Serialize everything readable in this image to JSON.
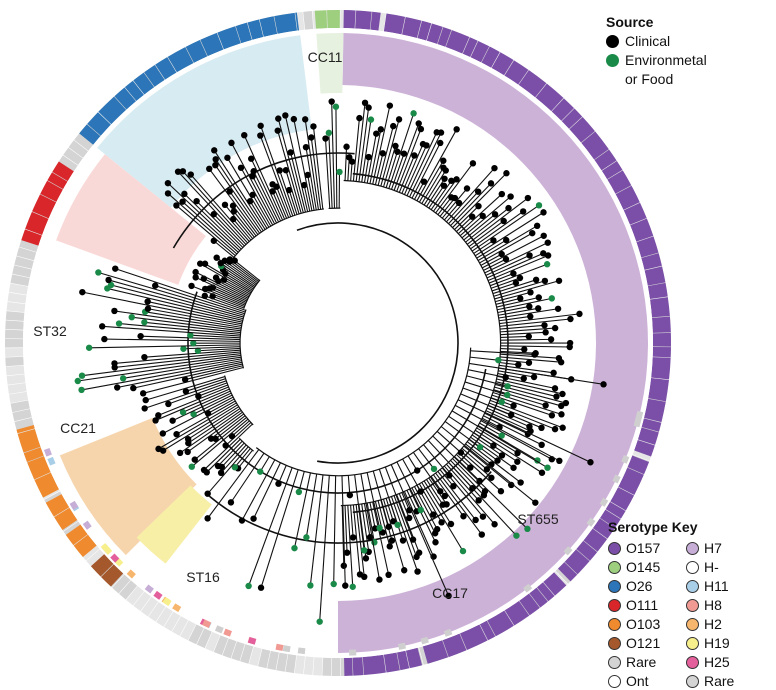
{
  "diagram": {
    "clades": [
      {
        "id": "cc11",
        "label": "CC11",
        "start": 271,
        "end": 450,
        "inner": 258,
        "outer": 310,
        "color": "#cdb2d8"
      },
      {
        "id": "st32",
        "label": "ST32",
        "start": 266,
        "end": 271,
        "inner": 250,
        "outer": 310,
        "color": "#e6f2df"
      },
      {
        "id": "cc21",
        "label": "CC21",
        "start": 219,
        "end": 263,
        "inner": 215,
        "outer": 310,
        "color": "#d7ebf2"
      },
      {
        "id": "st16",
        "label": "ST16",
        "start": 200,
        "end": 219,
        "inner": 170,
        "outer": 300,
        "color": "#f9d9d7"
      },
      {
        "id": "cc17",
        "label": "CC17",
        "start": 135,
        "end": 158,
        "inner": 200,
        "outer": 300,
        "color": "#f6d5ad"
      },
      {
        "id": "st655",
        "label": "ST655",
        "start": 128,
        "end": 136,
        "inner": 205,
        "outer": 280,
        "color": "#f8efa6"
      }
    ],
    "ring_segments": [
      {
        "start": 271,
        "end": 449,
        "color": "#7b4fa8",
        "note": "O157"
      },
      {
        "start": 266,
        "end": 271,
        "color": "#9ecf7e",
        "note": "O145"
      },
      {
        "start": 219,
        "end": 263,
        "color": "#2b75b8",
        "note": "O26"
      },
      {
        "start": 198,
        "end": 214,
        "color": "#d8262a",
        "note": "O111"
      },
      {
        "start": 140,
        "end": 165,
        "color": "#ef8a2e",
        "note": "O103"
      },
      {
        "start": 133,
        "end": 138,
        "color": "#a4582b",
        "note": "O121"
      }
    ]
  },
  "legend_source": {
    "title": "Source",
    "items": [
      {
        "label": "Clinical",
        "color": "#000000"
      },
      {
        "label": "Environmetal\nor Food",
        "color": "#1a8a49"
      }
    ]
  },
  "legend_serotype": {
    "title": "Serotype Key",
    "o_items": [
      {
        "label": "O157",
        "color": "#7b4fa8"
      },
      {
        "label": "O145",
        "color": "#9ecf7e"
      },
      {
        "label": "O26",
        "color": "#2b75b8"
      },
      {
        "label": "O111",
        "color": "#d8262a"
      },
      {
        "label": "O103",
        "color": "#ef8a2e"
      },
      {
        "label": "O121",
        "color": "#a4582b"
      },
      {
        "label": "Rare",
        "color": "#d4d4d4"
      },
      {
        "label": "Ont",
        "color": "#ffffff"
      }
    ],
    "h_items": [
      {
        "label": "H7",
        "color": "#c7aed6"
      },
      {
        "label": "H-",
        "color": "#ffffff"
      },
      {
        "label": "H11",
        "color": "#a9cfe8"
      },
      {
        "label": "H8",
        "color": "#f19a93"
      },
      {
        "label": "H2",
        "color": "#f7b66d"
      },
      {
        "label": "H19",
        "color": "#f7ef8c"
      },
      {
        "label": "H25",
        "color": "#e4609c"
      },
      {
        "label": "Rare",
        "color": "#d4d4d4"
      }
    ]
  }
}
